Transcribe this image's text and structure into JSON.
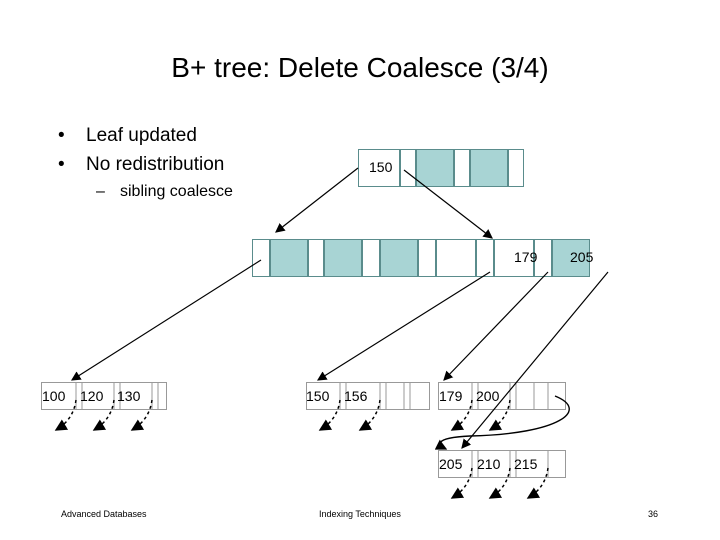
{
  "slide": {
    "title": "B+ tree: Delete Coalesce (3/4)",
    "bullets": [
      "Leaf updated",
      "No redistribution"
    ],
    "sub_bullet": "sibling coalesce",
    "footer_left": "Advanced Databases",
    "footer_center": "Indexing Techniques",
    "page_number": "36"
  },
  "tree": {
    "root": {
      "keys": [
        "150"
      ]
    },
    "internal": {
      "keys": [
        "179",
        "205"
      ]
    },
    "leaves": [
      {
        "keys": [
          "100",
          "120",
          "130"
        ]
      },
      {
        "keys": [
          "150",
          "156"
        ]
      },
      {
        "keys": [
          "179",
          "200"
        ]
      },
      {
        "keys": [
          "205",
          "210",
          "215"
        ]
      }
    ]
  },
  "colors": {
    "cell_fill": "#a8d4d4",
    "cell_border": "#5a8c8c",
    "line": "#000000"
  }
}
